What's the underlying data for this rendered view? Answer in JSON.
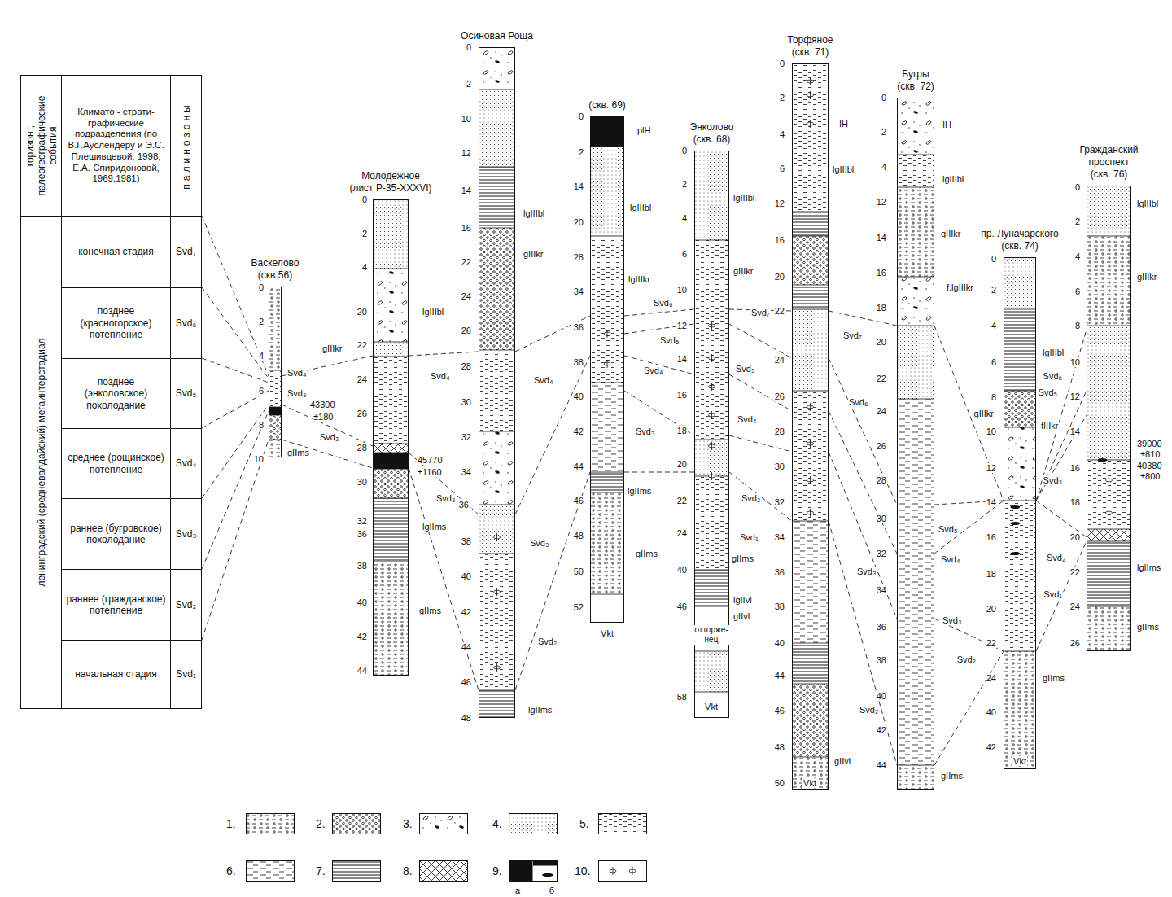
{
  "diagram": {
    "nodes": [
      {
        "text": [
          "горизонт, палеогеографические события"
        ]
      },
      {
        "text": [
          "Климато - страти- графические подразделения (по В.Г.Ауслендеру и Э.С. Плешивцевой, 1998, Е.А. Спиридоновой, 1969,1981)"
        ]
      },
      {
        "text": [
          "палинозоны"
        ]
      },
      {
        "text": [
          "ленинградский (средневалдайский) мегаинтерстадиал"
        ]
      },
      {
        "text": [
          "конечная стадия"
        ]
      },
      {
        "text": [
          "позднее (красногорское) потепление"
        ]
      },
      {
        "text": [
          "позднее (энколовское) похолодание"
        ]
      },
      {
        "text": [
          "среднее (рощинское) потепление"
        ]
      },
      {
        "text": [
          "раннее (бугровское) похолодание"
        ]
      },
      {
        "text": [
          "раннее (гражданское) потепление"
        ]
      },
      {
        "text": [
          "начальная стадия"
        ]
      },
      {
        "text": [
          "Svd₇"
        ]
      },
      {
        "text": [
          "Svd₆"
        ]
      },
      {
        "text": [
          "Svd₅"
        ]
      },
      {
        "text": [
          "Svd₄"
        ]
      },
      {
        "text": [
          "Svd₃"
        ]
      },
      {
        "text": [
          "Svd₂"
        ]
      },
      {
        "text": [
          "Svd₁"
        ]
      },
      {
        "text": [
          "Васкелово",
          "(скв.56)"
        ]
      },
      {
        "text": [
          "Молодежное",
          "(лист P-35-XXXVI)"
        ]
      },
      {
        "text": [
          "Осиновая Роща"
        ]
      },
      {
        "text": [
          "(скв. 69)"
        ]
      },
      {
        "text": [
          "Энколово",
          "(скв. 68)"
        ]
      },
      {
        "text": [
          "Торфяное",
          "(скв. 71)"
        ]
      },
      {
        "text": [
          "Бугры",
          "(скв. 72)"
        ]
      },
      {
        "text": [
          "пр. Луначарского",
          "(скв. 74)"
        ]
      },
      {
        "text": [
          "Гражданский проспект",
          "(скв. 76)"
        ]
      }
    ],
    "edges": [
      {
        "from": 11,
        "to": 18,
        "arrow": "none"
      },
      {
        "from": 12,
        "to": 18,
        "arrow": "none"
      },
      {
        "from": 13,
        "to": 18,
        "arrow": "none"
      },
      {
        "from": 14,
        "to": 18,
        "arrow": "none"
      },
      {
        "from": 15,
        "to": 18,
        "arrow": "none"
      },
      {
        "from": 16,
        "to": 18,
        "arrow": "none"
      },
      {
        "from": 17,
        "to": 18,
        "arrow": "none"
      },
      {
        "from": 18,
        "to": 19,
        "arrow": "none"
      },
      {
        "from": 18,
        "to": 19,
        "arrow": "none"
      },
      {
        "from": 18,
        "to": 19,
        "arrow": "none"
      },
      {
        "from": 19,
        "to": 20,
        "arrow": "none"
      },
      {
        "from": 19,
        "to": 20,
        "arrow": "none"
      },
      {
        "from": 19,
        "to": 20,
        "arrow": "none"
      },
      {
        "from": 20,
        "to": 21,
        "arrow": "none"
      },
      {
        "from": 20,
        "to": 21,
        "arrow": "none"
      },
      {
        "from": 20,
        "to": 21,
        "arrow": "none"
      },
      {
        "from": 21,
        "to": 22,
        "arrow": "none"
      },
      {
        "from": 21,
        "to": 22,
        "arrow": "none"
      },
      {
        "from": 21,
        "to": 22,
        "arrow": "none"
      },
      {
        "from": 21,
        "to": 22,
        "arrow": "none"
      },
      {
        "from": 21,
        "to": 22,
        "arrow": "none"
      },
      {
        "from": 22,
        "to": 23,
        "arrow": "none"
      },
      {
        "from": 22,
        "to": 23,
        "arrow": "none"
      },
      {
        "from": 22,
        "to": 23,
        "arrow": "none"
      },
      {
        "from": 22,
        "to": 23,
        "arrow": "none"
      },
      {
        "from": 22,
        "to": 23,
        "arrow": "none"
      },
      {
        "from": 23,
        "to": 24,
        "arrow": "none"
      },
      {
        "from": 23,
        "to": 24,
        "arrow": "none"
      },
      {
        "from": 23,
        "to": 24,
        "arrow": "none"
      },
      {
        "from": 23,
        "to": 24,
        "arrow": "none"
      },
      {
        "from": 23,
        "to": 24,
        "arrow": "none"
      },
      {
        "from": 24,
        "to": 25,
        "arrow": "none"
      },
      {
        "from": 24,
        "to": 25,
        "arrow": "none"
      },
      {
        "from": 24,
        "to": 25,
        "arrow": "none"
      },
      {
        "from": 24,
        "to": 25,
        "arrow": "none"
      },
      {
        "from": 24,
        "to": 25,
        "arrow": "none"
      },
      {
        "from": 25,
        "to": 26,
        "arrow": "none"
      },
      {
        "from": 25,
        "to": 26,
        "arrow": "none"
      },
      {
        "from": 25,
        "to": 26,
        "arrow": "none"
      },
      {
        "from": 25,
        "to": 26,
        "arrow": "none"
      },
      {
        "from": 25,
        "to": 26,
        "arrow": "none"
      }
    ],
    "labels": [
      "0",
      "2",
      "4",
      "6",
      "8",
      "10",
      "gIIIkr",
      "Svd₄",
      "Svd₃",
      "43300",
      "±180",
      "Svd₂",
      "gIIms",
      "0",
      "2",
      "4",
      "20",
      "22",
      "24",
      "26",
      "28",
      "30",
      "32",
      "36",
      "38",
      "40",
      "42",
      "44",
      "lgIIIbl",
      "Svd₄",
      "45770",
      "±1160",
      "Svd₃",
      "lgIIms",
      "gIIms",
      "0",
      "2",
      "10",
      "12",
      "14",
      "16",
      "22",
      "24",
      "26",
      "28",
      "30",
      "32",
      "34",
      "36.",
      "38",
      "40",
      "42",
      "44",
      "46",
      "48",
      "lgIIIbl",
      "gIIIkr",
      "Svd₄",
      "Svd₃",
      "Svd₂",
      "lgIIms",
      "0",
      "2",
      "14",
      "20",
      "28",
      "34",
      "36",
      "38",
      "40",
      "42",
      "44",
      "46",
      "48",
      "50",
      "52",
      "plH",
      "lgIIIbl",
      "lgIIIkr",
      "Svd₆",
      "Svd₅",
      "Svd₄",
      "Svd₃",
      "lgIIms",
      "gIIms",
      "Vkt",
      "0",
      "2",
      "4",
      "6",
      "10",
      "12",
      "14",
      "16",
      "18",
      "20",
      "22",
      "24",
      "40",
      "46",
      "58",
      "lgIIIbl",
      "gIIIkr",
      "Svd₇",
      "Svd₅",
      "Svd₄",
      "Svd₂",
      "Svd₁",
      "gIIms",
      "lgIIvl",
      "gIIvl",
      "отторже- нец",
      "Vkt",
      "0",
      "2",
      "4",
      "6",
      "12",
      "16",
      "20",
      "22",
      "24",
      "26",
      "28",
      "30",
      "32",
      "34",
      "36",
      "38",
      "40",
      "44",
      "46",
      "48",
      "50",
      "IH",
      "lgIIIbl",
      "Svd₇",
      "Svd₆",
      "Svd₃",
      "Svd₂",
      "gIIvl",
      "Vkt",
      "0",
      "2",
      "4",
      "12",
      "14",
      "16",
      "18",
      "20",
      "22",
      "24",
      "26",
      "28",
      "30",
      "32",
      "34",
      "36",
      "38",
      "40",
      "42",
      "44",
      "IH",
      "lgIIIbl",
      "gIIIkr",
      "f.lgIIIkr",
      "Svd₅",
      "Svd₄",
      "Svd₃",
      "gIIms",
      "0",
      "2",
      "4",
      "6",
      "8",
      "10",
      "12",
      "14",
      "16",
      "18",
      "20",
      "22",
      "24",
      "40",
      "42",
      "lgIIIbl",
      "gIIIkr",
      "fIIIkr",
      "Svd₂",
      "Svd₂",
      "gIIms",
      "Vkt",
      "0",
      "2",
      "4",
      "6",
      "8",
      "10",
      "12",
      "14",
      "16",
      "18",
      "20",
      "22",
      "24",
      "26",
      "lgIIIbl",
      "gIIIkr",
      "Svd₆",
      "Svd₅",
      "Svd₃",
      "39000",
      "±810",
      "40380",
      "±800",
      "lgIIms",
      "gIIms",
      "Svd₁",
      "а",
      "б"
    ],
    "legend": [
      {
        "text": "1."
      },
      {
        "text": "2."
      },
      {
        "text": "3."
      },
      {
        "text": "4."
      },
      {
        "text": "5."
      },
      {
        "text": "6."
      },
      {
        "text": "7."
      },
      {
        "text": "8."
      },
      {
        "text": "9."
      },
      {
        "text": "10."
      }
    ]
  }
}
